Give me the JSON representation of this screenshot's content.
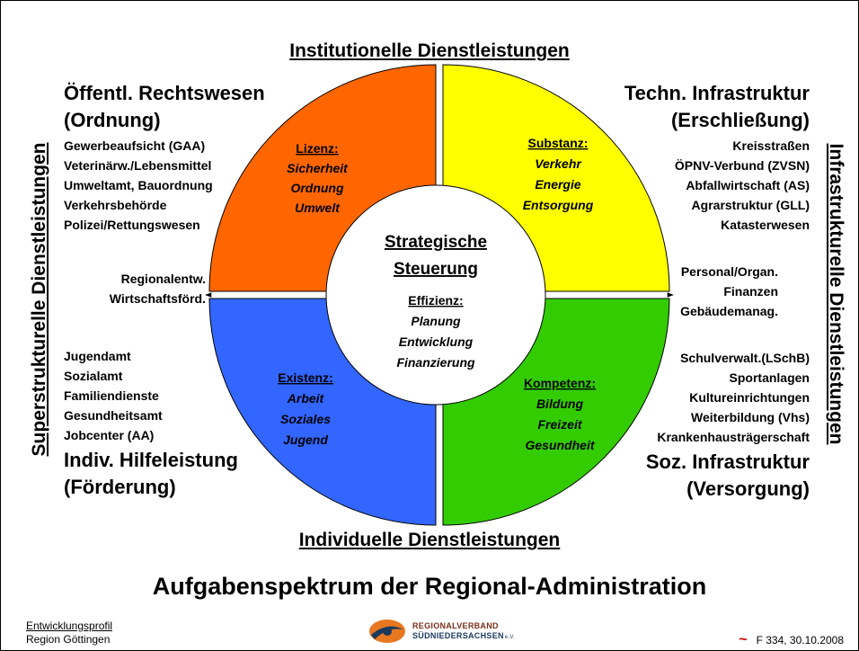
{
  "titles": {
    "top": "Institutionelle Dienstleistungen",
    "bottom": "Individuelle Dienstleistungen",
    "left": "Superstrukturelle Dienstleistungen",
    "right": "Infrastrukturelle Dienstleistungen",
    "main": "Aufgabenspektrum der Regional-Administration"
  },
  "center": {
    "title1": "Strategische",
    "title2": "Steuerung",
    "label": "Effizienz:",
    "items": [
      "Planung",
      "Entwicklung",
      "Finanzierung"
    ]
  },
  "quadrants": {
    "top_left": {
      "color": "#FF6600",
      "label": "Lizenz:",
      "items": [
        "Sicherheit",
        "Ordnung",
        "Umwelt"
      ]
    },
    "top_right": {
      "color": "#FFFF00",
      "label": "Substanz:",
      "items": [
        "Verkehr",
        "Energie",
        "Entsorgung"
      ]
    },
    "bottom_left": {
      "color": "#3366FF",
      "label": "Existenz:",
      "items": [
        "Arbeit",
        "Soziales",
        "Jugend"
      ]
    },
    "bottom_right": {
      "color": "#33CC00",
      "label": "Kompetenz:",
      "items": [
        "Bildung",
        "Freizeit",
        "Gesundheit"
      ]
    }
  },
  "top_left_block": {
    "heading1": "Öffentl. Rechtswesen",
    "heading2": "(Ordnung)",
    "items": [
      "Gewerbeaufsicht (GAA)",
      "Veterinärw./Lebensmittel",
      "Umweltamt, Bauordnung",
      "Verkehrsbehörde",
      "Polizei/Rettungswesen"
    ]
  },
  "top_right_block": {
    "heading1": "Techn. Infrastruktur",
    "heading2": "(Erschließung)",
    "items": [
      "Kreisstraßen",
      "ÖPNV-Verbund (ZVSN)",
      "Abfallwirtschaft (AS)",
      "Agrarstruktur (GLL)",
      "Katasterwesen"
    ]
  },
  "left_middle": [
    "Regionalentw.",
    "Wirtschaftsförd."
  ],
  "right_middle": [
    "Personal/Organ.",
    "Finanzen",
    "Gebäudemanag."
  ],
  "bottom_left_block": {
    "items": [
      "Jugendamt",
      "Sozialamt",
      "Familiendienste",
      "Gesundheitsamt",
      "Jobcenter (AA)"
    ],
    "heading1": "Indiv. Hilfeleistung",
    "heading2": "(Förderung)"
  },
  "bottom_right_block": {
    "items": [
      "Schulverwalt.(LSchB)",
      "Sportanlagen",
      "Kultureinrichtungen",
      "Weiterbildung (Vhs)",
      "Krankenhausträgerschaft"
    ],
    "heading1": "Soz. Infrastruktur",
    "heading2": "(Versorgung)"
  },
  "footer": {
    "left1": "Entwicklungsprofil",
    "left2": "Region Göttingen",
    "logo1": "REGIONALVERBAND",
    "logo2": "SÜDNIEDERSACHSEN",
    "logo_suffix": "e.V.",
    "right": "F 334, 30.10.2008"
  }
}
